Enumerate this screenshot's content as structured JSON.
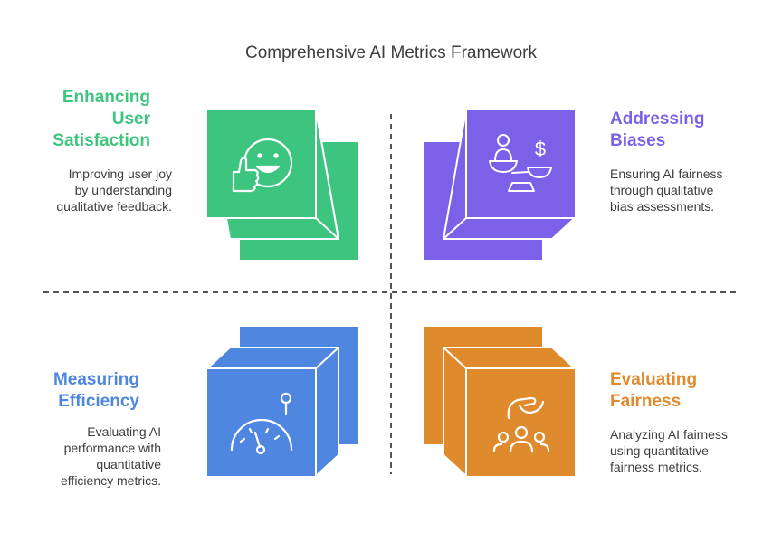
{
  "title": "Comprehensive AI Metrics Framework",
  "colors": {
    "green": "#3dc47e",
    "purple": "#7b61e8",
    "blue": "#4f87e0",
    "orange": "#e08a2e",
    "divider": "#555555"
  },
  "quadrants": {
    "top_left": {
      "heading": "Enhancing\nUser\nSatisfaction",
      "description": "Improving user joy\nby understanding\nqualitative feedback.",
      "icon": "smiley-thumbs-up-icon"
    },
    "top_right": {
      "heading": "Addressing\nBiases",
      "description": "Ensuring AI fairness\nthrough qualitative\nbias assessments.",
      "icon": "person-balance-scale-dollar-icon"
    },
    "bottom_left": {
      "heading": "Measuring\nEfficiency",
      "description": "Evaluating AI\nperformance with\nquantitative\nefficiency metrics.",
      "icon": "speedometer-gauge-icon"
    },
    "bottom_right": {
      "heading": "Evaluating\nFairness",
      "description": "Analyzing AI fairness\nusing quantitative\nfairness metrics.",
      "icon": "hand-over-people-group-icon"
    }
  }
}
